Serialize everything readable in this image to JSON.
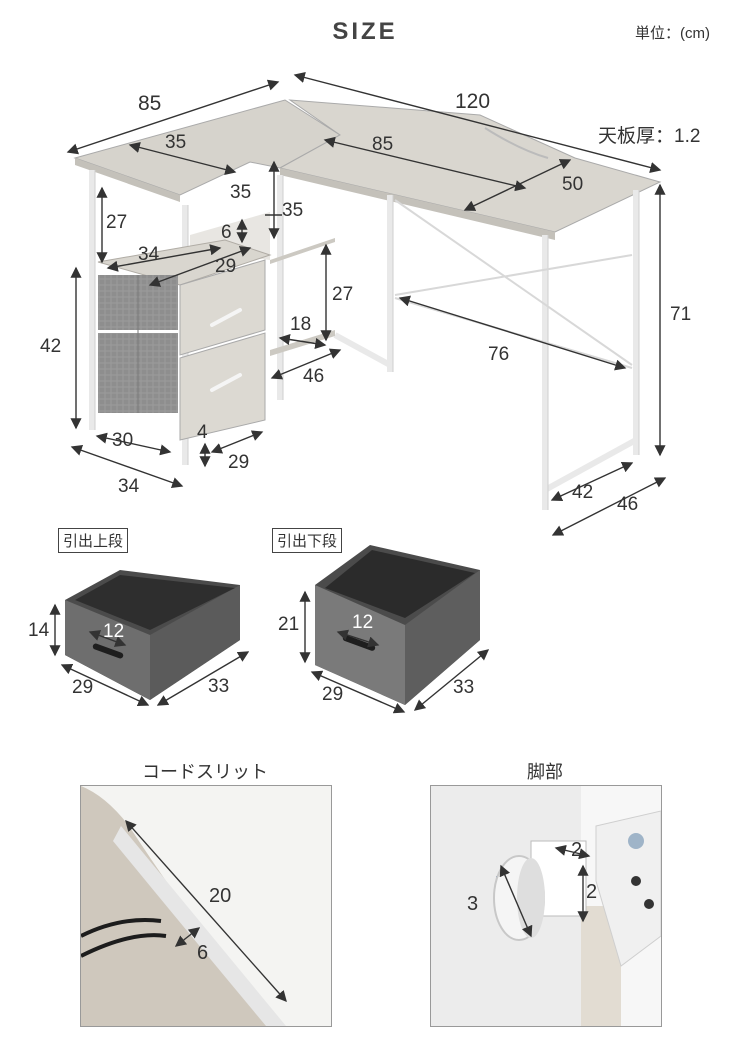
{
  "header": {
    "title": "SIZE",
    "unit": "単位：(cm)"
  },
  "desk": {
    "left_width": "85",
    "right_width": "120",
    "top_thickness": "天板厚：1.2",
    "shelf_depth_top": "35",
    "slot_length": "85",
    "slot_depth": "50",
    "shelf_top_depth": "35",
    "shelf_top_height": "27",
    "cabinet_gap": "6",
    "side_height": "35",
    "cabinet_width": "34",
    "cabinet_depth": "29",
    "mid_height": "27",
    "cabinet_height": "42",
    "low_shelf": "18",
    "low_shelf_width": "46",
    "span": "76",
    "total_height": "71",
    "base_width": "30",
    "foot": "4",
    "base_depth": "29",
    "base_total": "34",
    "leg_depth": "42",
    "right_depth": "46"
  },
  "drawers": [
    {
      "label": "引出上段",
      "height": "14",
      "handle": "12",
      "width": "29",
      "depth": "33"
    },
    {
      "label": "引出下段",
      "height": "21",
      "handle": "12",
      "width": "29",
      "depth": "33"
    }
  ],
  "details": [
    {
      "label": "コードスリット",
      "length": "20",
      "width": "6"
    },
    {
      "label": "脚部",
      "diameter": "3",
      "bracket_w": "2",
      "bracket_h": "2"
    }
  ]
}
